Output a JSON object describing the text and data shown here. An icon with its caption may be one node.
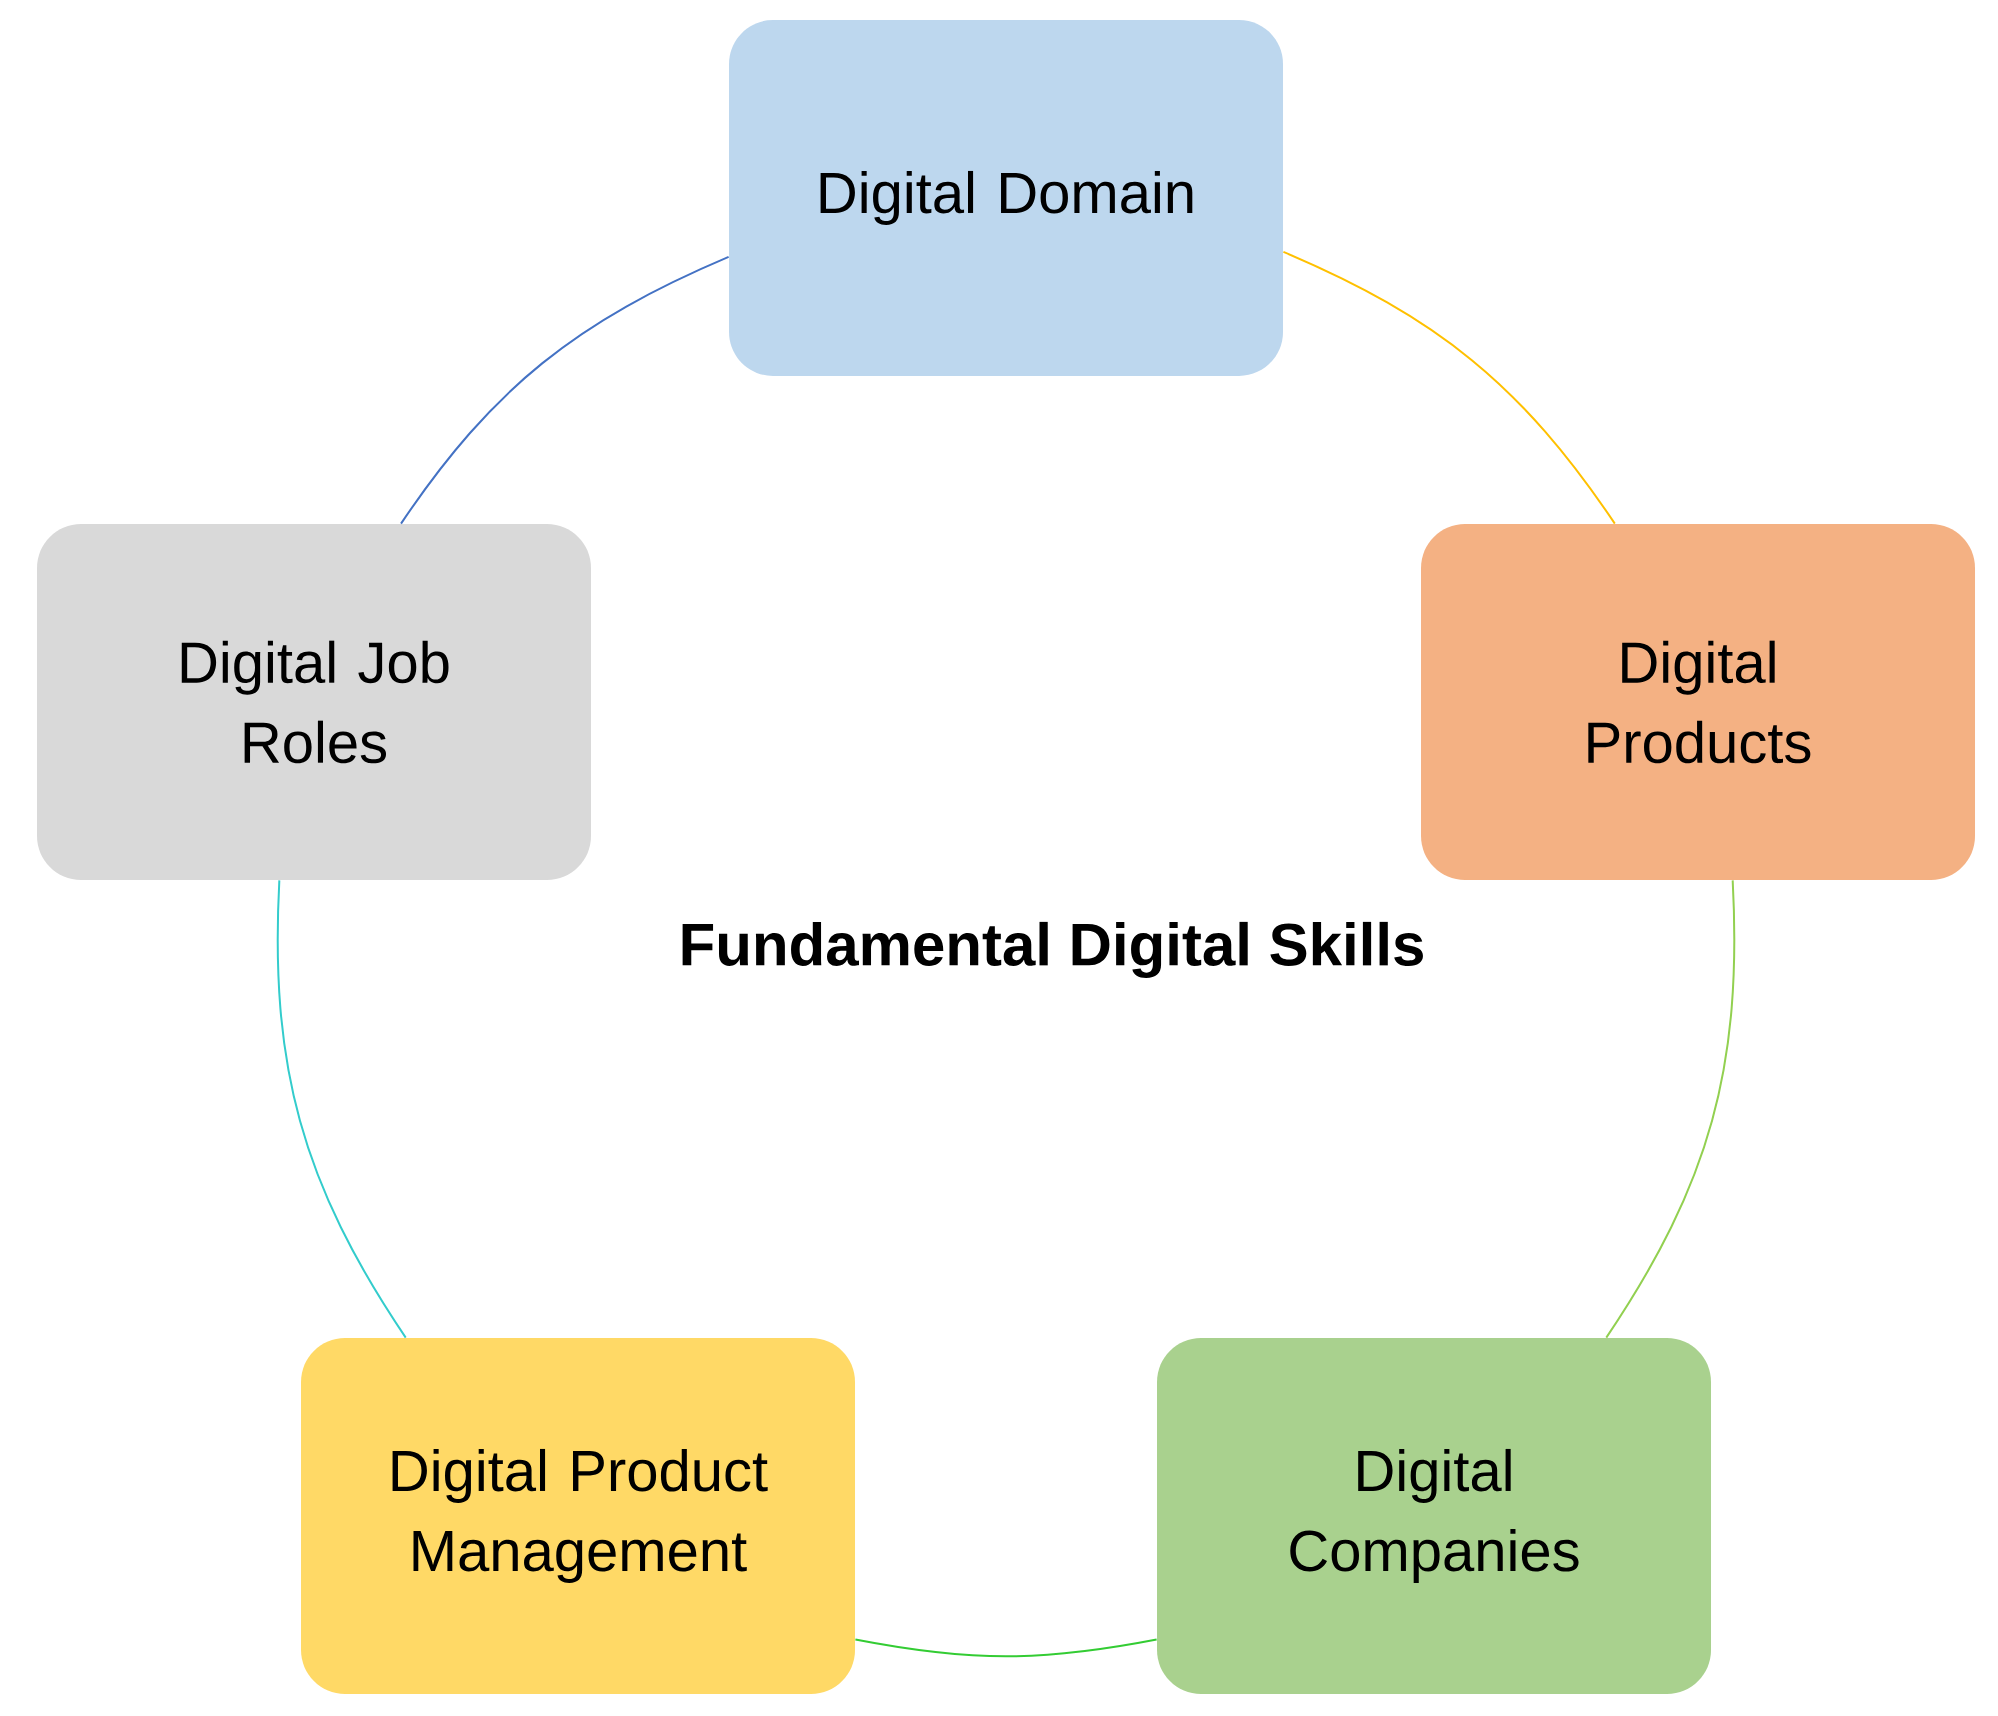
{
  "diagram": {
    "title": "Fundamental Digital Skills",
    "nodes": [
      {
        "text": [
          "Digital Domain"
        ]
      },
      {
        "text": [
          "Digital Products"
        ]
      },
      {
        "text": [
          "Digital Companies"
        ]
      },
      {
        "text": [
          "Digital Product Management"
        ]
      },
      {
        "text": [
          "Digital Job Roles"
        ]
      }
    ],
    "edges": [
      {
        "from": 0,
        "to": 1,
        "arrow": "none",
        "color": "#ffc000"
      },
      {
        "from": 1,
        "to": 2,
        "arrow": "none",
        "color": "#92d050"
      },
      {
        "from": 2,
        "to": 3,
        "arrow": "none",
        "color": "#33cc33"
      },
      {
        "from": 3,
        "to": 4,
        "arrow": "none",
        "color": "#33cccc"
      },
      {
        "from": 4,
        "to": 0,
        "arrow": "none",
        "color": "#4472c4"
      }
    ]
  }
}
